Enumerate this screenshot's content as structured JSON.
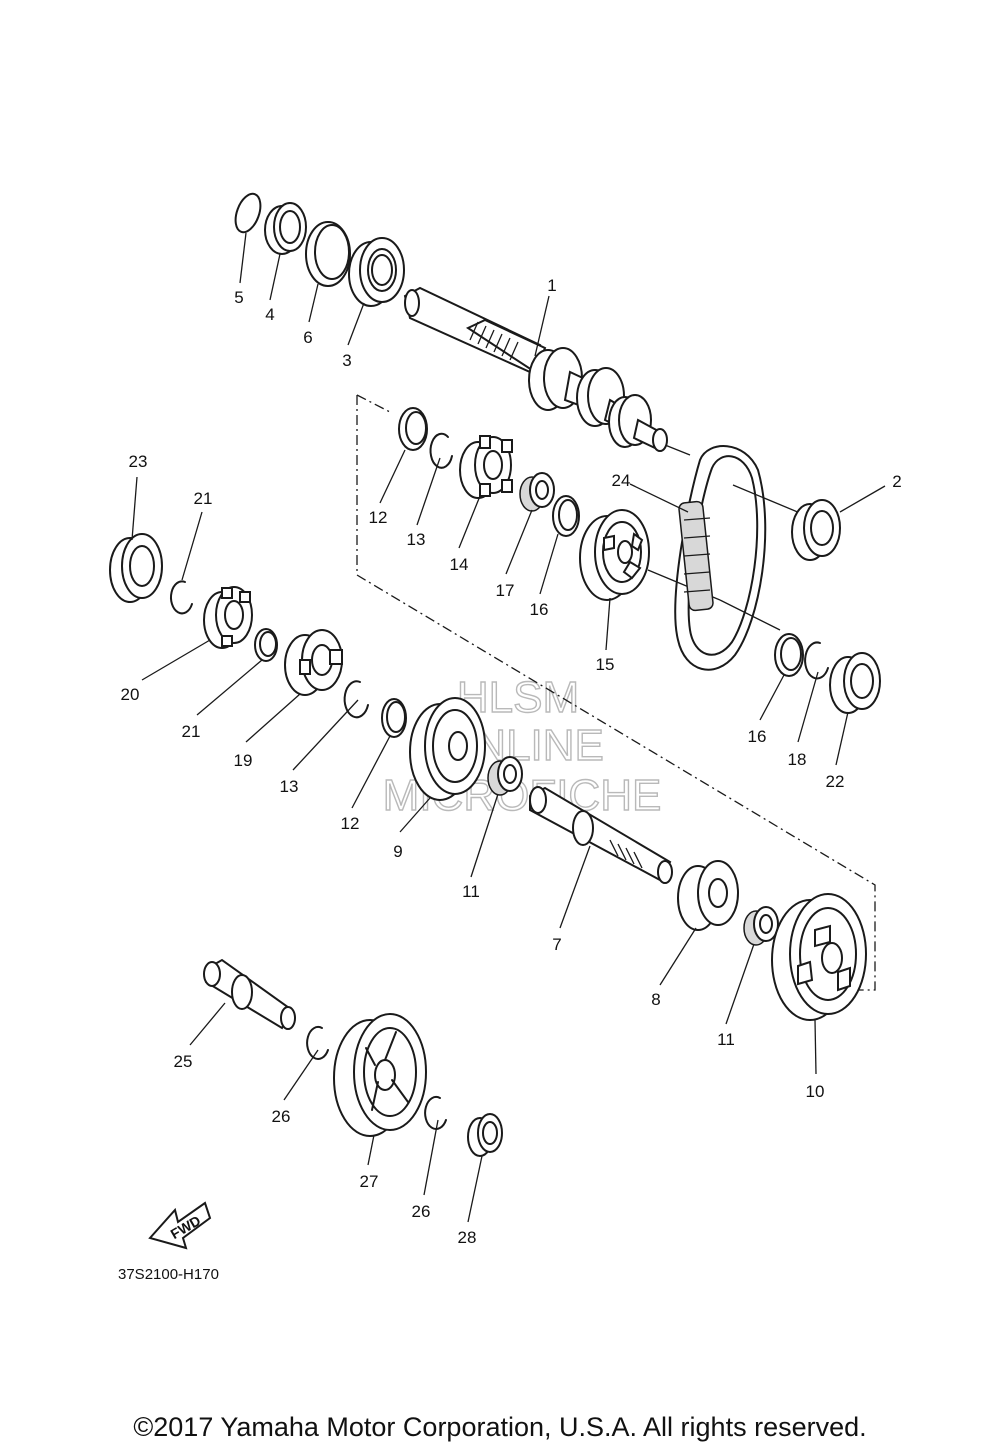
{
  "diagram": {
    "part_code": "37S2100-H170",
    "copyright": "©2017 Yamaha Motor Corporation, U.S.A. All rights reserved.",
    "watermark": {
      "line1": "HLSM",
      "line2": "ONLINE",
      "line3": "MICROFICHE"
    },
    "fwd_label": "FWD",
    "callouts": [
      "1",
      "2",
      "3",
      "4",
      "5",
      "6",
      "7",
      "8",
      "9",
      "10",
      "11",
      "11",
      "12",
      "12",
      "13",
      "13",
      "14",
      "15",
      "16",
      "16",
      "17",
      "18",
      "19",
      "20",
      "21",
      "21",
      "22",
      "23",
      "24",
      "25",
      "26",
      "26",
      "27",
      "28"
    ]
  }
}
